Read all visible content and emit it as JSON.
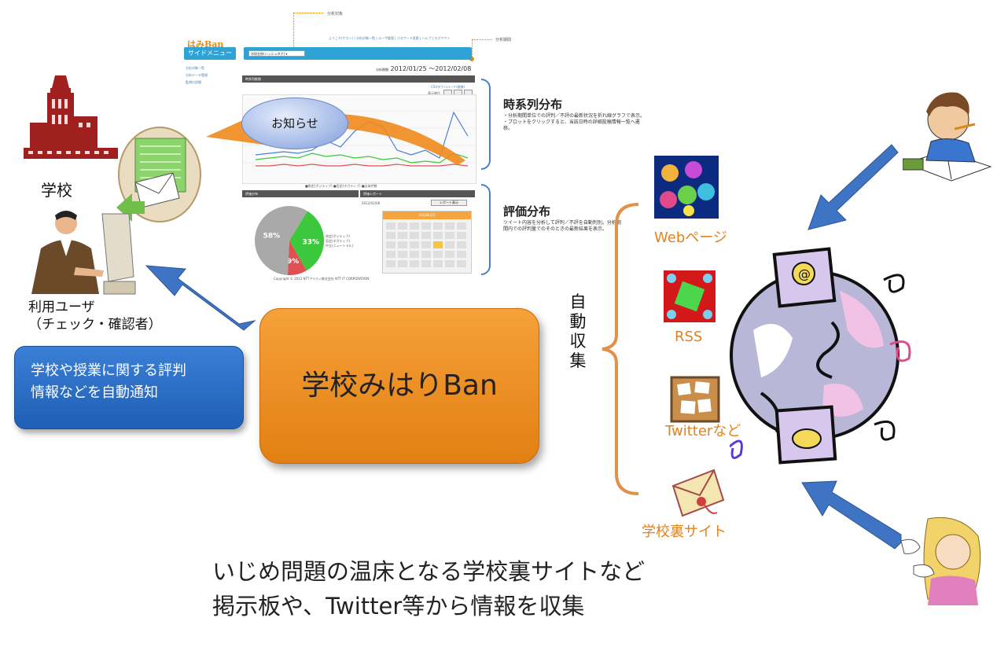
{
  "screenshot": {
    "annotation_target": "分析対象",
    "annotation_period": "分析期間",
    "side_menu_title": "サイドメニュー",
    "side_links": [
      "分析対象一覧",
      "分析データ管理",
      "監視の詳細"
    ],
    "top_nav": "ようこそ(ゲスト) | 分析対象一覧 | ユーザ管理 | パスワード変更 | ヘルプ | ログアウト",
    "period_label": "分析期間",
    "period_value": "2012/01/25 ～2012/02/08",
    "timeline_title": "時系列推移",
    "csv_label": "CSVダウンロード(推移)",
    "display_unit": "表示単位",
    "unit_buttons": [
      "日",
      "週",
      "月"
    ],
    "chart_legend": "■肯定(ポジティブ) ■否定(ネガティブ) ■全体件数",
    "eval_title": "評価分布",
    "report_title": "評価レポート",
    "report_button": "レポート表示",
    "report_date": "2012/02/08",
    "calendar_head": "2012年2月",
    "pie_legend": [
      "肯定(ポジティブ)",
      "否定(ネガティブ)",
      "中立(ニュートラル)"
    ],
    "copyright": "Copyright © 2012 NTTアイティ株式会社 NTT IT CORPORATION"
  },
  "chart_data": {
    "type": "pie",
    "slices": [
      {
        "label": "58%",
        "value": 58,
        "color": "#a9a9a9"
      },
      {
        "label": "33%",
        "value": 33,
        "color": "#3cc83c"
      },
      {
        "label": "9%",
        "value": 9,
        "color": "#e05050"
      }
    ]
  },
  "bubble": "お知らせ",
  "sections": {
    "timeline": {
      "title": "時系列分布",
      "bullets": [
        "分析期間単位での評判／不評の最新状況を折れ線グラフで表示。",
        "プロットをクリックすると、当該日時の詳細投稿情報一覧へ遷移。"
      ]
    },
    "evaluation": {
      "title": "評価分布",
      "text": "ツイート内容を分析して評判／不評を自動判別。分析期間内での評判量でのそのときの最新結果を表示。"
    }
  },
  "left": {
    "school_label": "学校",
    "user_label1": "利用ユーザ",
    "user_label2": "（チェック・確認者）",
    "notify_line1": "学校や授業に関する評判",
    "notify_line2": "情報などを自動通知"
  },
  "center_title": "学校みはりBan",
  "auto_collect": [
    "自",
    "動",
    "収",
    "集"
  ],
  "sources": [
    "Webページ",
    "RSS",
    "Twitterなど",
    "学校裏サイト"
  ],
  "bottom": {
    "line1": "いじめ問題の温床となる学校裏サイトなど",
    "line2": "掲示板や、Twitter等から情報を収集"
  },
  "colors": {
    "orange": "#f08a1c",
    "blue_arrow": "#3f74c4",
    "accent_blue": "#2fa3d6",
    "source_label": "#e2821c"
  }
}
